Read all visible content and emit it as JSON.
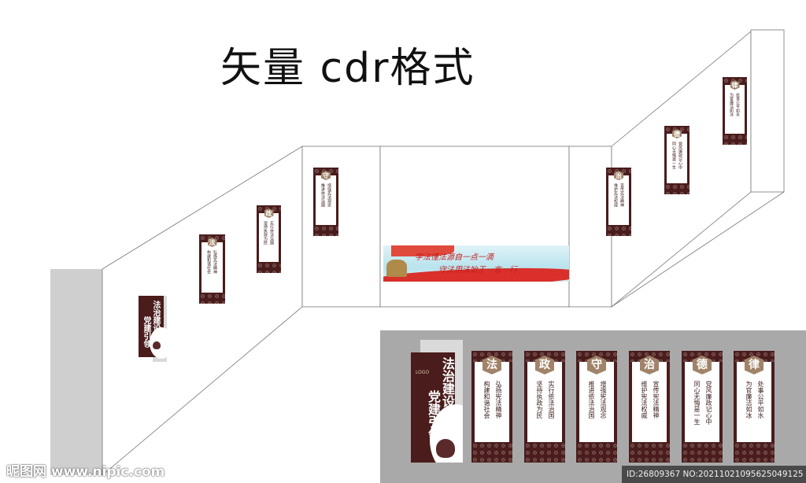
{
  "title": "矢量 cdr格式",
  "watermark": "昵图网 www.nipic.com",
  "image_id": "ID:26809367 NO:20211021095625049125",
  "banner": {
    "line1": "学法懂法源自一点一滴",
    "line2": "守法用法始于一言一行"
  },
  "lead_panel": {
    "col1": "法治建设",
    "col2": "党建引领",
    "logo": "LOGO"
  },
  "panels": [
    {
      "char": "法",
      "col1": "构建和谐社会",
      "col2": "弘扬宪法精神"
    },
    {
      "char": "政",
      "col1": "坚持执政为民",
      "col2": "实行依法治国"
    },
    {
      "char": "守",
      "col1": "推进依法治国",
      "col2": "增强宪法观念"
    },
    {
      "char": "治",
      "col1": "维护宪法权威",
      "col2": "宣传宪法精神"
    },
    {
      "char": "德",
      "col1": "同心无悔是一生",
      "col2": "党风廉政记心中"
    },
    {
      "char": "律",
      "col1": "为官廉洁如冰",
      "col2": "处事公平如水"
    }
  ],
  "colors": {
    "maroon": "#4a1c1c",
    "badge": "#a08369",
    "floor_gray": "#a9a9a9",
    "pillar_gray": "#cfcfcf",
    "banner_red": "#d9302b"
  }
}
